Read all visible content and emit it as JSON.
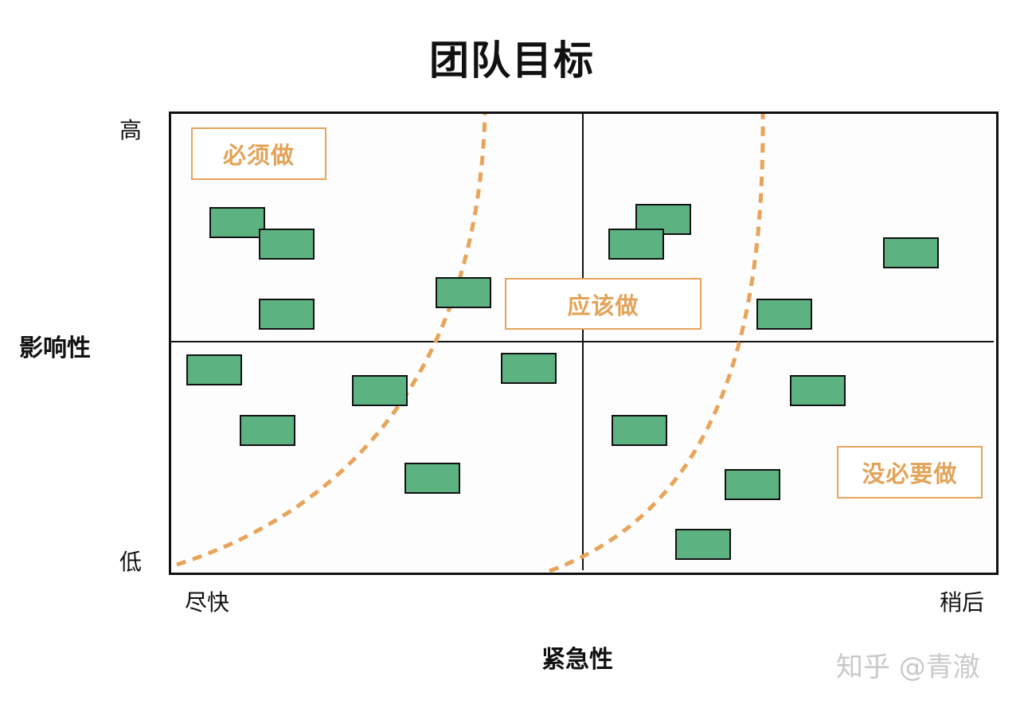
{
  "title": "团队目标",
  "y_axis": {
    "label": "影响性",
    "high": "高",
    "low": "低"
  },
  "x_axis": {
    "label": "紧急性",
    "start": "尽快",
    "end": "稍后"
  },
  "zones": {
    "must": "必须做",
    "should": "应该做",
    "not_needed": "没必要做"
  },
  "watermark": "知乎 @青澈",
  "colors": {
    "task_fill": "#5db282",
    "zone_accent": "#e8a45a",
    "curve": "#e8a45a",
    "frame": "#111111"
  }
}
